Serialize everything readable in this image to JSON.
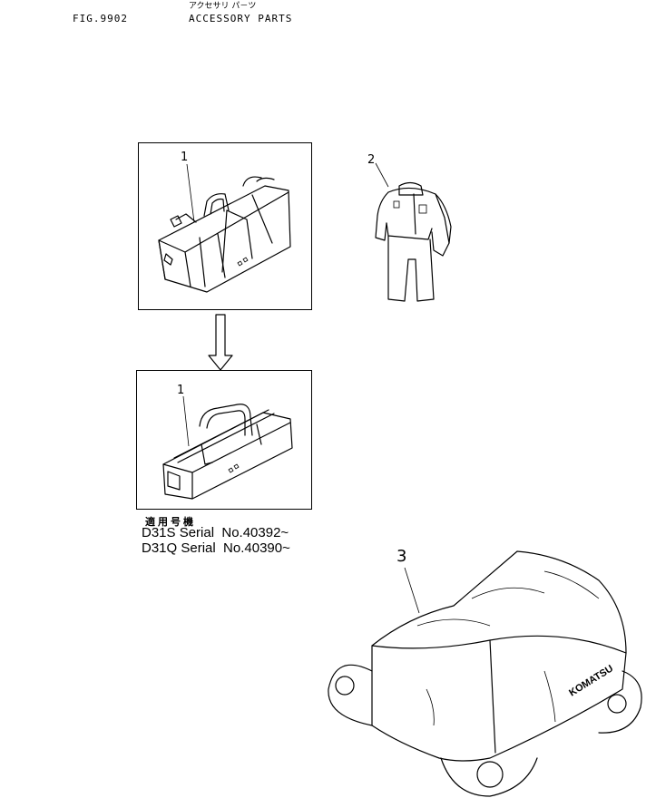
{
  "header": {
    "figure_no": "FIG.9902",
    "title_jp": "アクセサリ パ－ツ",
    "title": "ACCESSORY PARTS"
  },
  "callouts": {
    "tool_box_upper": "1",
    "coverall": "2",
    "tool_box_lower": "1",
    "machine_cover": "3"
  },
  "applicability": {
    "heading_jp": "適用号機",
    "lines": [
      "D31S Serial  No.40392~",
      "D31Q Serial  No.40390~"
    ]
  },
  "cover_brand": "KOMATSU"
}
